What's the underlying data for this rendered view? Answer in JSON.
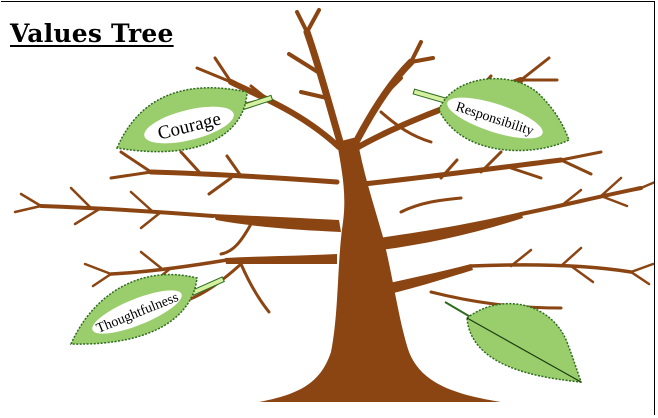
{
  "title": "Values Tree",
  "leaves": [
    {
      "label": "Courage"
    },
    {
      "label": "Responsibility"
    },
    {
      "label": "Thoughtfulness"
    },
    {
      "label": ""
    }
  ],
  "colors": {
    "trunk": "#8B4513",
    "leaf_fill": "#9ACD6B",
    "leaf_stroke": "#2E6B1F",
    "stem_fill": "#D4F0A0",
    "label_bg": "#ffffff"
  }
}
